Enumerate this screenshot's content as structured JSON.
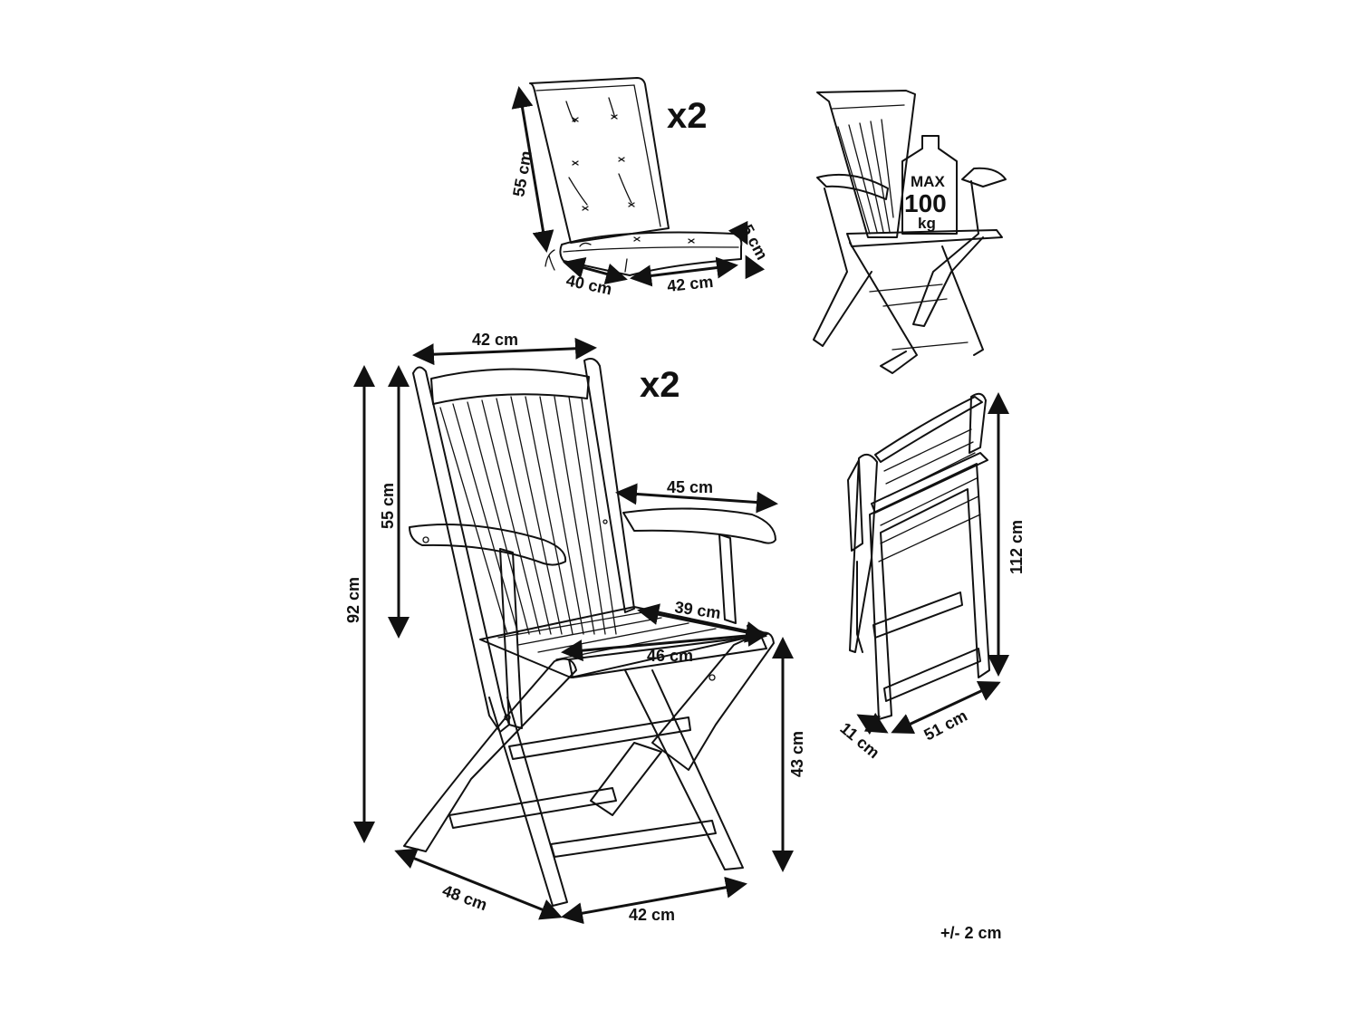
{
  "cushion": {
    "quantity": "x2",
    "height": "55 cm",
    "depth": "40 cm",
    "width": "42 cm",
    "thickness": "5 cm"
  },
  "load": {
    "line1": "MAX",
    "line2": "100",
    "line3": "kg"
  },
  "chair": {
    "quantity": "x2",
    "backrest_width": "42 cm",
    "total_height": "92 cm",
    "backrest_height": "55 cm",
    "armrest_span": "45 cm",
    "seat_depth": "39 cm",
    "seat_width": "46 cm",
    "seat_height": "43 cm",
    "base_depth": "48 cm",
    "base_width": "42 cm"
  },
  "folded": {
    "height": "112 cm",
    "thickness": "11 cm",
    "depth": "51 cm"
  },
  "tolerance": "+/- 2 cm"
}
